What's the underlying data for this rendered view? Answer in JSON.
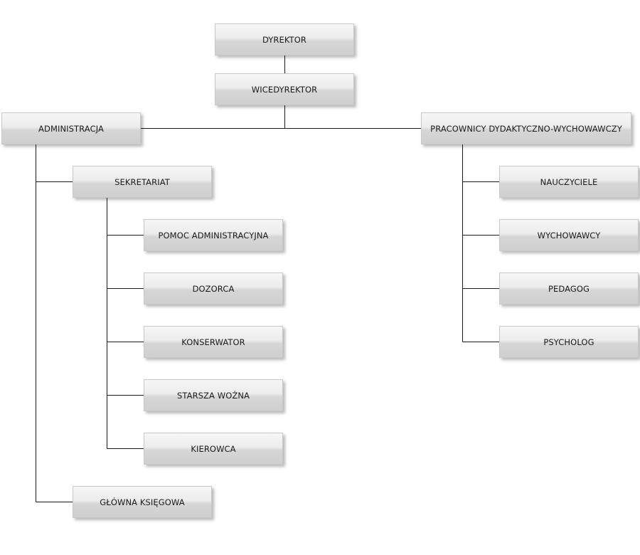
{
  "nodes": {
    "dyrektor": "DYREKTOR",
    "wicedyrektor": "WICEDYREKTOR",
    "administracja": "ADMINISTRACJA",
    "pracownicy": "PRACOWNICY DYDAKTYCZNO-WYCHOWAWCZY",
    "sekretariat": "SEKRETARIAT",
    "pomoc": "POMOC ADMINISTRACYJNA",
    "dozorca": "DOZORCA",
    "konserwator": "KONSERWATOR",
    "starsza": "STARSZA WOŹNA",
    "kierowca": "KIEROWCA",
    "ksiegowa": "GŁÓWNA KSIĘGOWA",
    "nauczyciele": "NAUCZYCIELE",
    "wychowawcy": "WYCHOWAWCY",
    "pedagog": "PEDAGOG",
    "psycholog": "PSYCHOLOG"
  },
  "hierarchy": [
    {
      "parent": "DYREKTOR",
      "child": "WICEDYREKTOR"
    },
    {
      "parent": "WICEDYREKTOR",
      "child": "ADMINISTRACJA"
    },
    {
      "parent": "WICEDYREKTOR",
      "child": "PRACOWNICY DYDAKTYCZNO-WYCHOWAWCZY"
    },
    {
      "parent": "ADMINISTRACJA",
      "child": "SEKRETARIAT"
    },
    {
      "parent": "ADMINISTRACJA",
      "child": "GŁÓWNA KSIĘGOWA"
    },
    {
      "parent": "SEKRETARIAT",
      "child": "POMOC ADMINISTRACYJNA"
    },
    {
      "parent": "SEKRETARIAT",
      "child": "DOZORCA"
    },
    {
      "parent": "SEKRETARIAT",
      "child": "KONSERWATOR"
    },
    {
      "parent": "SEKRETARIAT",
      "child": "STARSZA WOŹNA"
    },
    {
      "parent": "SEKRETARIAT",
      "child": "KIEROWCA"
    },
    {
      "parent": "PRACOWNICY DYDAKTYCZNO-WYCHOWAWCZY",
      "child": "NAUCZYCIELE"
    },
    {
      "parent": "PRACOWNICY DYDAKTYCZNO-WYCHOWAWCZY",
      "child": "WYCHOWAWCY"
    },
    {
      "parent": "PRACOWNICY DYDAKTYCZNO-WYCHOWAWCZY",
      "child": "PEDAGOG"
    },
    {
      "parent": "PRACOWNICY DYDAKTYCZNO-WYCHOWAWCZY",
      "child": "PSYCHOLOG"
    }
  ],
  "colors": {
    "box_fill_top": "#f6f6f6",
    "box_fill_bottom": "#cfcfcf",
    "box_border": "#c8c8c8",
    "connector": "#1a1a1a",
    "text": "#1a1a1a"
  }
}
